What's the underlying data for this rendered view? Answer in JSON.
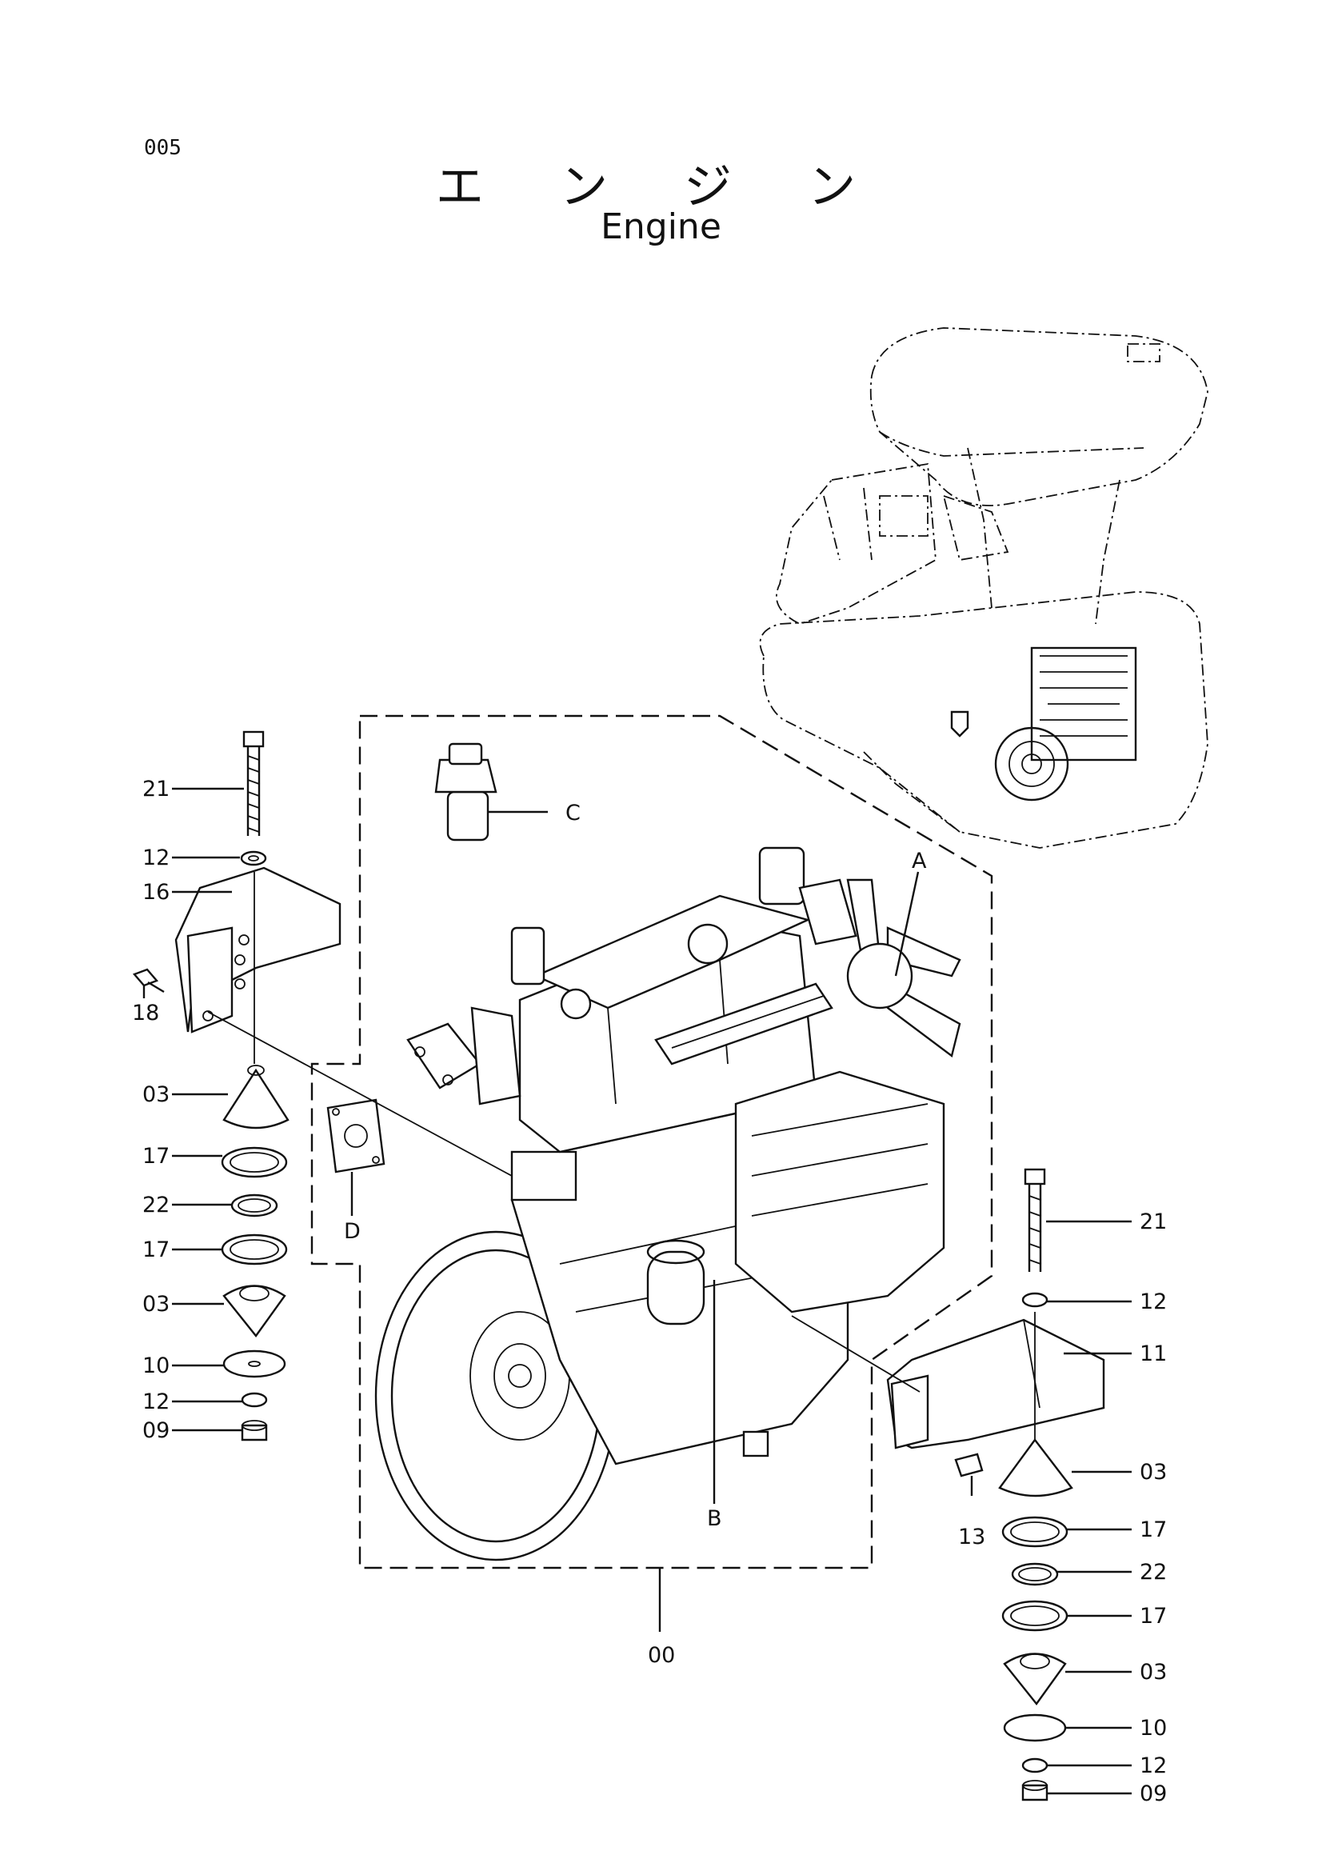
{
  "page_number": "005",
  "title_jp": "エ ン ジ ン",
  "title_en": "Engine",
  "callouts": {
    "left_mount": [
      "21",
      "12",
      "16",
      "18",
      "03",
      "17",
      "22",
      "17",
      "03",
      "10",
      "12",
      "09"
    ],
    "right_mount": [
      "21",
      "12",
      "11",
      "13",
      "03",
      "17",
      "22",
      "17",
      "03",
      "10",
      "12",
      "09"
    ],
    "engine_assembly": "00",
    "views": [
      "A",
      "B",
      "C",
      "D"
    ]
  }
}
